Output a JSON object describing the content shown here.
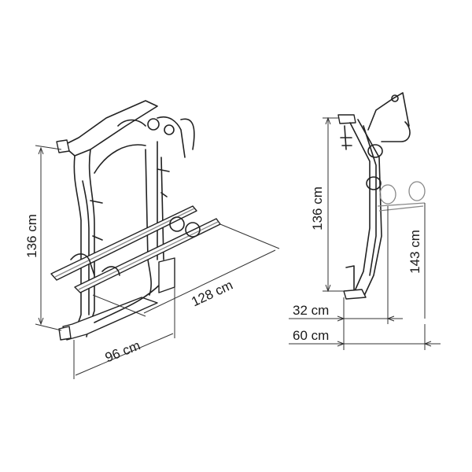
{
  "front_view": {
    "height_label": "136 cm",
    "width_label": "96 cm",
    "depth_label": "128 cm"
  },
  "side_view": {
    "height_label": "136 cm",
    "total_height_label": "143 cm",
    "offset_short_label": "32 cm",
    "offset_long_label": "60 cm"
  }
}
